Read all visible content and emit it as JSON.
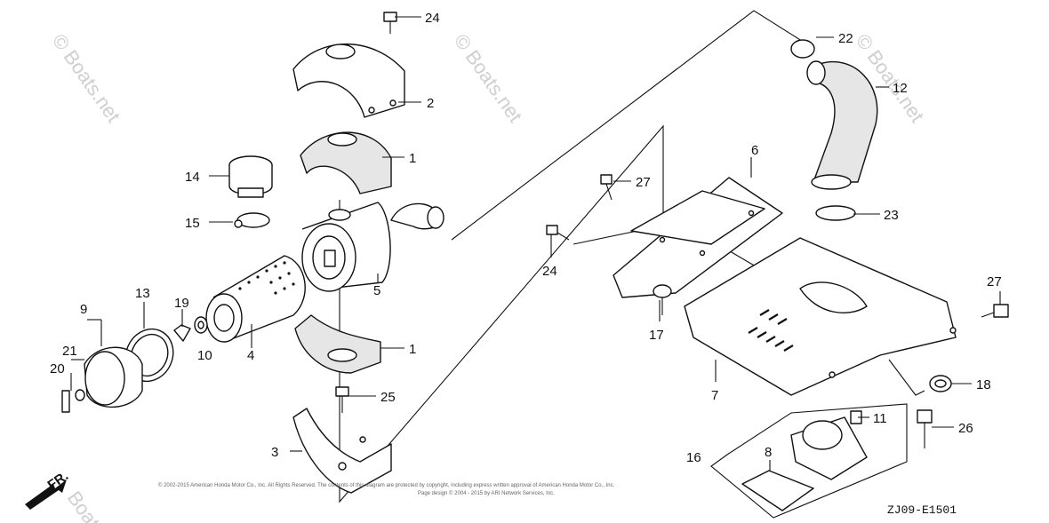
{
  "callouts": {
    "c1a": "1",
    "c1b": "1",
    "c2": "2",
    "c3": "3",
    "c4": "4",
    "c5": "5",
    "c6": "6",
    "c7": "7",
    "c8": "8",
    "c9": "9",
    "c10": "10",
    "c11": "11",
    "c12": "12",
    "c13": "13",
    "c14": "14",
    "c15": "15",
    "c16": "16",
    "c17": "17",
    "c18": "18",
    "c19": "19",
    "c20": "20",
    "c21": "21",
    "c22": "22",
    "c23": "23",
    "c24a": "24",
    "c24b": "24",
    "c25": "25",
    "c26": "26",
    "c27a": "27",
    "c27b": "27"
  },
  "watermark": {
    "a": "© Boats.net",
    "b": "© Boats.net",
    "c": "© Boats.net",
    "d": "Boat"
  },
  "copyright": {
    "line1": "© 2002-2015 American Honda Motor Co., Inc. All Rights Reserved. The contents of this diagram are protected by copyright, including express written approval of American Honda Motor Co., Inc.",
    "line2": "Page design © 2004 - 2015 by ARI Network Services, Inc."
  },
  "diagram_code": "ZJ09-E1501",
  "front_label": "FR.",
  "colors": {
    "line": "#111111",
    "shade": "#e6e6e6",
    "watermark": "#cfcfcf"
  }
}
